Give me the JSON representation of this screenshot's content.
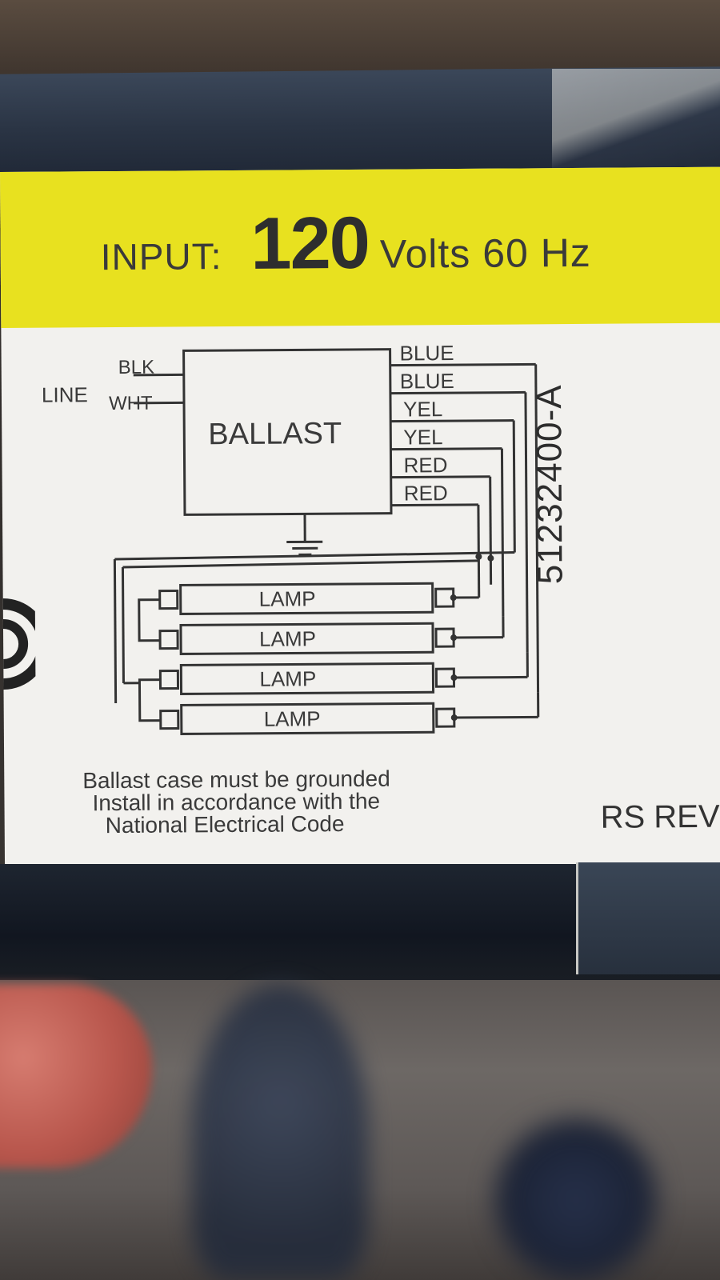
{
  "label": {
    "input": {
      "prefix": "INPUT:",
      "value": "120",
      "unit": "Volts 60 Hz"
    },
    "diagram": {
      "line_label": "LINE",
      "line_wires": [
        "BLK",
        "WHT"
      ],
      "ballast_label": "BALLAST",
      "output_wires": [
        "BLUE",
        "BLUE",
        "YEL",
        "YEL",
        "RED",
        "RED"
      ],
      "lamps": [
        "LAMP",
        "LAMP",
        "LAMP",
        "LAMP"
      ]
    },
    "part_number": "51232400-A",
    "notes": [
      "Ballast case must be grounded",
      "Install in accordance with the",
      "National Electrical Code"
    ],
    "revision_prefix": "RS REV"
  },
  "colors": {
    "label_yellow": "#e8e11f",
    "label_white": "#f2f1ee",
    "ink": "#3a3a3a",
    "box_blue": "#2a3444"
  }
}
